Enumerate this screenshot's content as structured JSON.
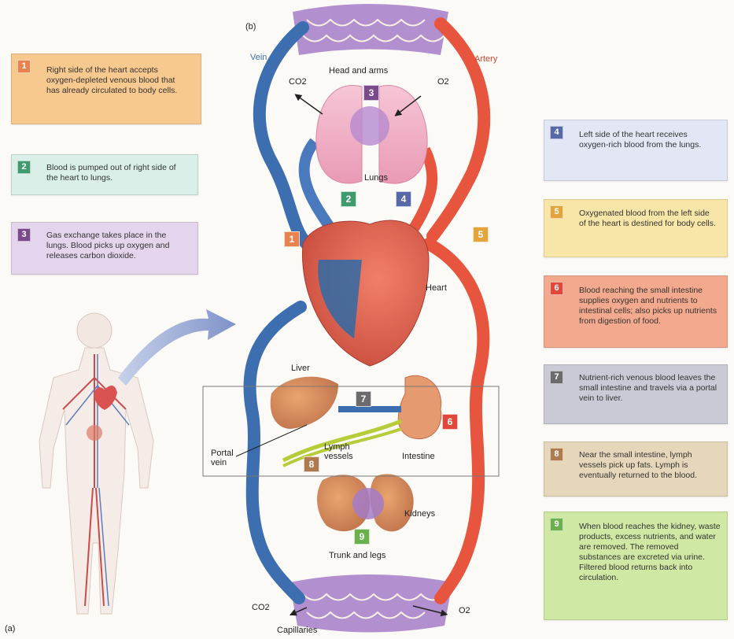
{
  "panel_labels": {
    "a": "(a)",
    "b": "(b)"
  },
  "steps": [
    {
      "num": "1",
      "color": "#e8834f",
      "bg": "#f7c98f",
      "text": "Right side of the heart accepts oxygen-depleted venous blood that has already circulated to body cells."
    },
    {
      "num": "2",
      "color": "#3f9a6e",
      "bg": "#d9efe7",
      "text": "Blood is pumped out of right side of the heart to lungs."
    },
    {
      "num": "3",
      "color": "#7b4a8c",
      "bg": "#e4d4ec",
      "text": "Gas exchange takes place in the lungs. Blood picks up oxygen and releases carbon dioxide."
    },
    {
      "num": "4",
      "color": "#5869a8",
      "bg": "#e3e7f5",
      "text": "Left side of the heart receives oxygen-rich blood from the lungs."
    },
    {
      "num": "5",
      "color": "#e3a43b",
      "bg": "#f7e6a8",
      "text": "Oxygenated blood from the left side of the heart is destined for body cells."
    },
    {
      "num": "6",
      "color": "#e2483a",
      "bg": "#f3a98d",
      "text": "Blood reaching the small intestine supplies oxygen and nutrients to intestinal cells; also picks up nutrients from digestion of food."
    },
    {
      "num": "7",
      "color": "#6b6b6b",
      "bg": "#c9cad6",
      "text": "Nutrient-rich venous blood leaves the small intestine and travels via a portal vein to liver."
    },
    {
      "num": "8",
      "color": "#b07a4f",
      "bg": "#e6d6ba",
      "text": "Near the small intestine, lymph vessels pick up fats. Lymph is eventually returned to the blood."
    },
    {
      "num": "9",
      "color": "#6ab04c",
      "bg": "#cfe8a3",
      "text": "When blood reaches the kidney, waste products, excess nutrients, and water are removed. The removed substances are excreted via urine. Filtered blood returns back into circulation."
    }
  ],
  "diagram_labels": {
    "vein": "Vein",
    "artery": "Artery",
    "head_arms": "Head and arms",
    "co2_top": "CO2",
    "o2_top": "O2",
    "lungs": "Lungs",
    "heart": "Heart",
    "liver": "Liver",
    "portal_vein": "Portal\nvein",
    "lymph_vessels": "Lymph\nvessels",
    "intestine": "Intestine",
    "kidneys": "Kidneys",
    "trunk_legs": "Trunk and legs",
    "co2_bottom": "CO2",
    "o2_bottom": "O2",
    "capillaries": "Capillaries"
  },
  "colors": {
    "vein": "#3d6fb0",
    "artery": "#e8553e",
    "capillary": "#9a6cc0",
    "lymph": "#b8cc3a"
  }
}
